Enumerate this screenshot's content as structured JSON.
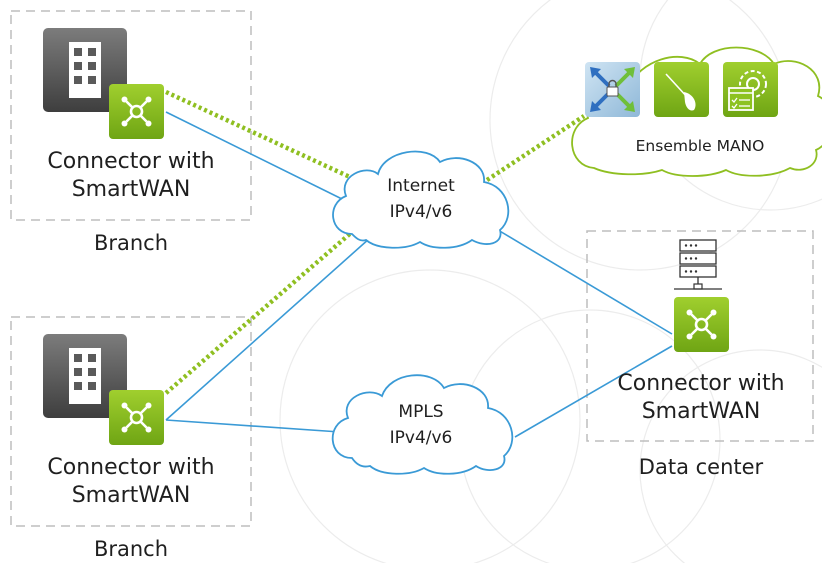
{
  "sites": {
    "branch_top": {
      "connector_label": "Connector with SmartWAN",
      "title": "Branch"
    },
    "branch_bottom": {
      "connector_label": "Connector with SmartWAN",
      "title": "Branch"
    },
    "datacenter": {
      "connector_label": "Connector with SmartWAN",
      "title": "Data center"
    }
  },
  "clouds": {
    "internet": {
      "line1": "Internet",
      "line2": "IPv4/v6"
    },
    "mpls": {
      "line1": "MPLS",
      "line2": "IPv4/v6"
    },
    "mano": {
      "label": "Ensemble MANO"
    }
  },
  "colors": {
    "link_blue": "#3a9ad6",
    "link_green_dotted": "#8fbf21",
    "connector_green": "#8dc21f",
    "mano_green": "#93c91e",
    "site_dash": "#bdbdbd",
    "building_gray": "#6a6a6a"
  },
  "icons": [
    "building-icon",
    "connector-icon",
    "server-icon",
    "security-icon",
    "orchestrator-icon",
    "settings-icon"
  ]
}
